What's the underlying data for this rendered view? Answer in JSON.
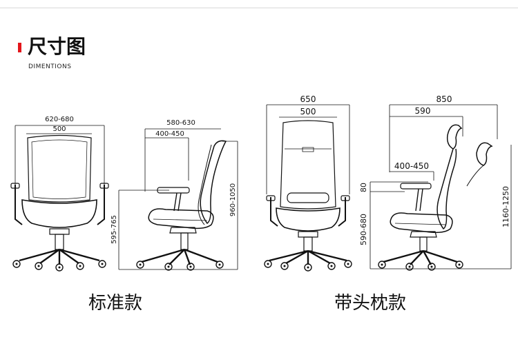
{
  "header": {
    "title": "尺寸图",
    "subtitle": "DIMENTIONS",
    "accent_color": "#e3161b"
  },
  "standard": {
    "caption": "标准款",
    "front": {
      "overall_width": "620-680",
      "back_width": "500"
    },
    "side": {
      "overall_depth": "580-630",
      "seat_depth": "400-450",
      "seat_height": "595-765",
      "total_height": "960-1050"
    }
  },
  "headrest": {
    "caption": "带头枕款",
    "front": {
      "overall_width": "650",
      "back_width": "500"
    },
    "side": {
      "overall_depth": "850",
      "back_depth": "590",
      "seat_depth": "400-450",
      "armrest_adjust": "80",
      "seat_height": "590-680",
      "total_height": "1160-1250"
    }
  }
}
